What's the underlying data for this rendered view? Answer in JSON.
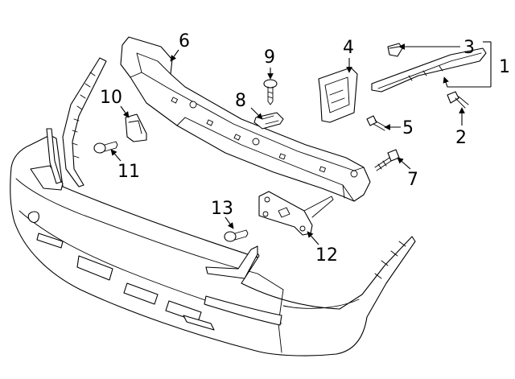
{
  "callouts": [
    {
      "key": "c1",
      "text": "1"
    },
    {
      "key": "c2",
      "text": "2"
    },
    {
      "key": "c3",
      "text": "3"
    },
    {
      "key": "c4",
      "text": "4"
    },
    {
      "key": "c5",
      "text": "5"
    },
    {
      "key": "c6",
      "text": "6"
    },
    {
      "key": "c7",
      "text": "7"
    },
    {
      "key": "c8",
      "text": "8"
    },
    {
      "key": "c9",
      "text": "9"
    },
    {
      "key": "c10",
      "text": "10"
    },
    {
      "key": "c11",
      "text": "11"
    },
    {
      "key": "c12",
      "text": "12"
    },
    {
      "key": "c13",
      "text": "13"
    }
  ]
}
